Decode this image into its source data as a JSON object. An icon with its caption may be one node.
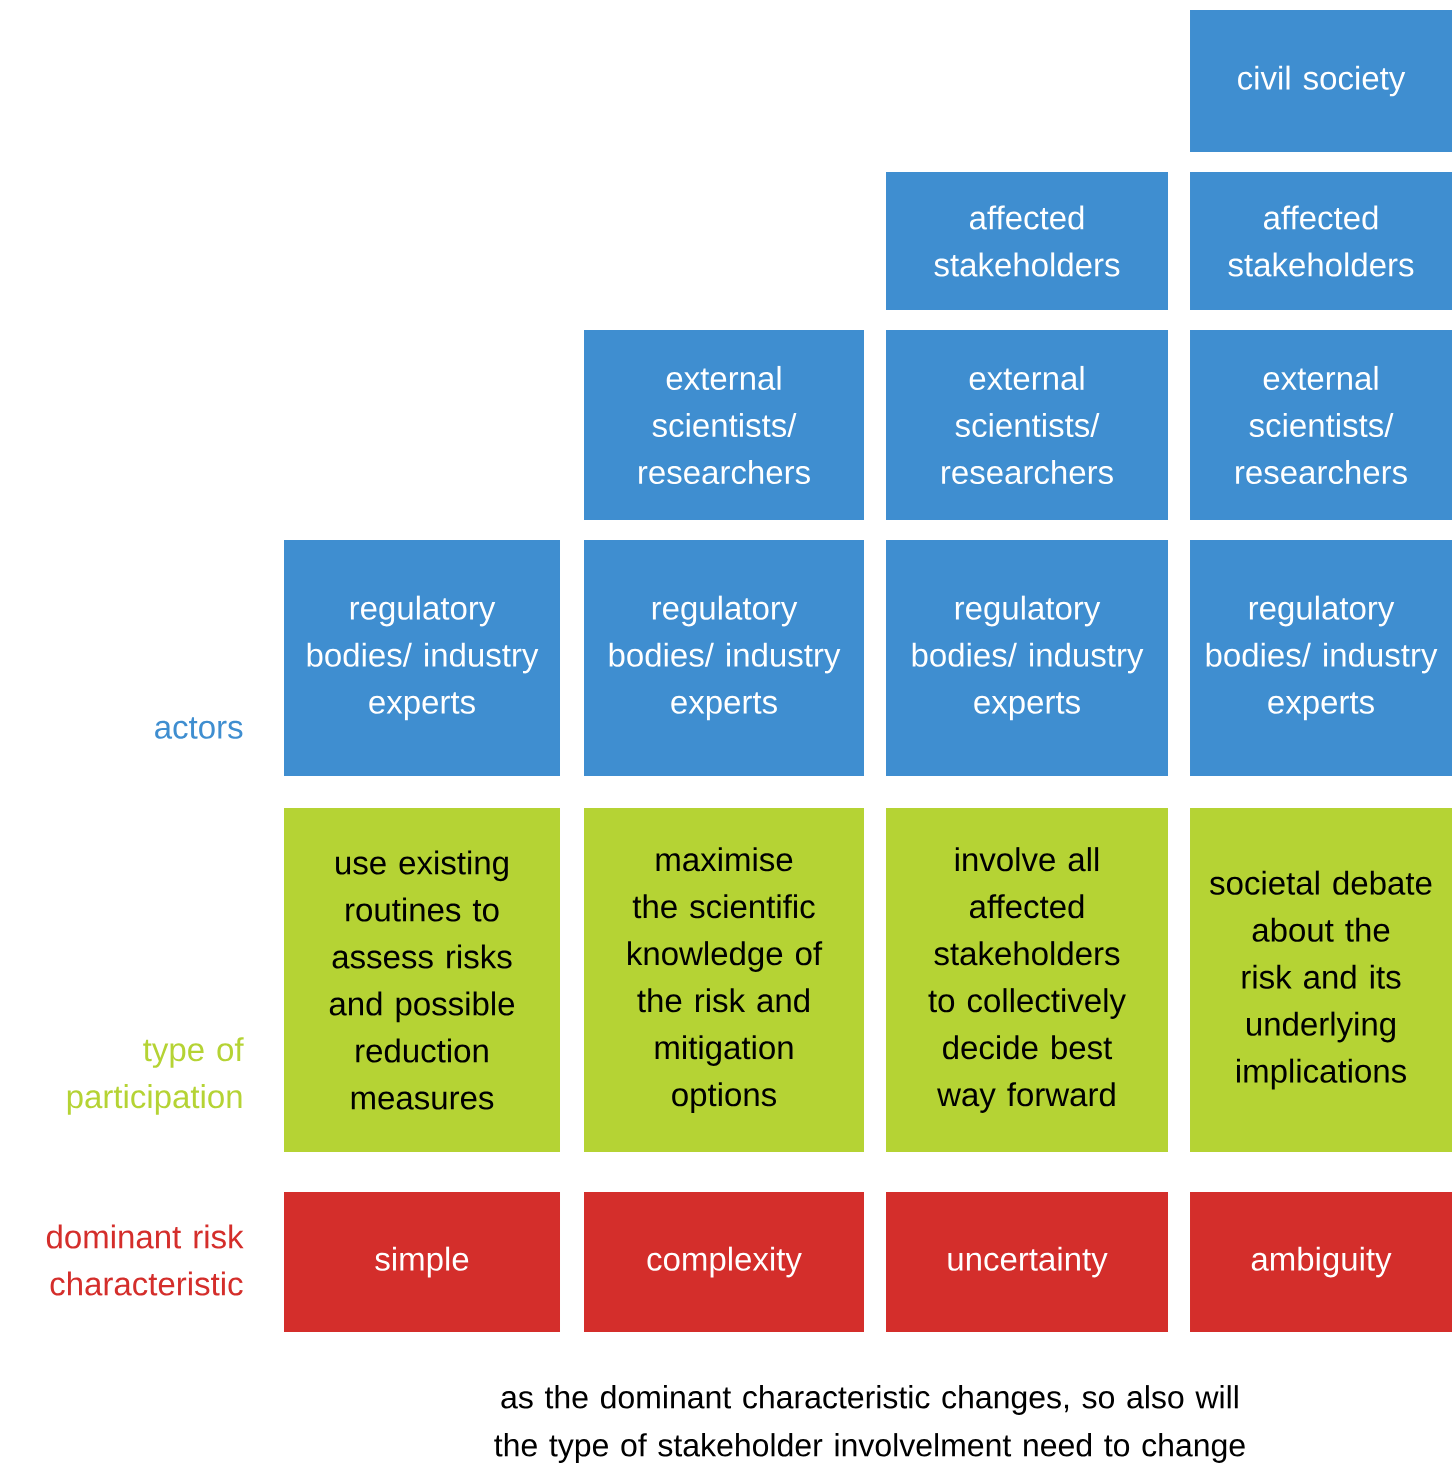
{
  "diagram": {
    "caption": "as the dominant characteristic changes, so also will the type of stakeholder involvelment need to change",
    "nodes": [
      {
        "text": [
          "civil society"
        ]
      },
      {
        "text": [
          "affected stakeholders"
        ]
      },
      {
        "text": [
          "affected stakeholders"
        ]
      },
      {
        "text": [
          "external scientists/ researchers"
        ]
      },
      {
        "text": [
          "external scientists/ researchers"
        ]
      },
      {
        "text": [
          "external scientists/ researchers"
        ]
      },
      {
        "text": [
          "regulatory bodies/ industry experts"
        ]
      },
      {
        "text": [
          "regulatory bodies/ industry experts"
        ]
      },
      {
        "text": [
          "regulatory bodies/ industry experts"
        ]
      },
      {
        "text": [
          "regulatory bodies/ industry experts"
        ]
      },
      {
        "text": [
          "use existing routines to assess risks and possible reduction measures"
        ]
      },
      {
        "text": [
          "maximise the scientific knowledge of the risk and mitigation options"
        ]
      },
      {
        "text": [
          "involve all affected stakeholders to collectively decide best way forward"
        ]
      },
      {
        "text": [
          "societal debate about the risk and its underlying implications"
        ]
      },
      {
        "text": [
          "simple"
        ]
      },
      {
        "text": [
          "complexity"
        ]
      },
      {
        "text": [
          "uncertainty"
        ]
      },
      {
        "text": [
          "ambiguity"
        ]
      }
    ],
    "labels": [
      "actors",
      "type of participation",
      "dominant risk characteristic"
    ]
  }
}
